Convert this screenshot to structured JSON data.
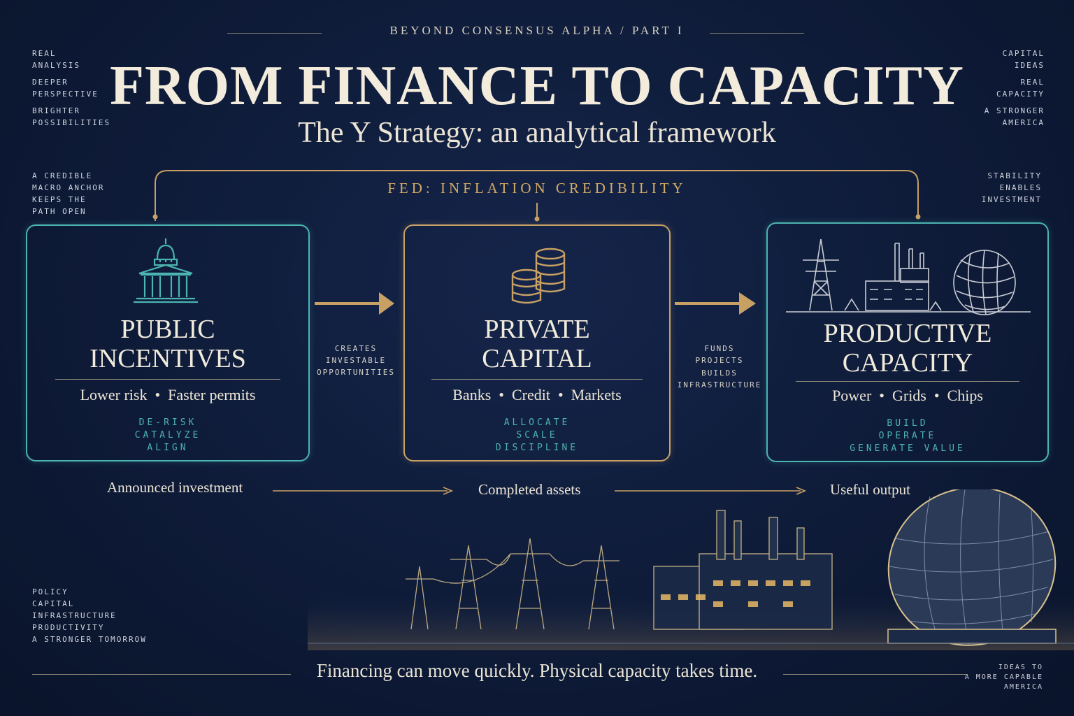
{
  "header": {
    "kicker": "BEYOND CONSENSUS ALPHA / PART I",
    "title": "FROM FINANCE TO CAPACITY",
    "subtitle": "The Y Strategy: an analytical framework"
  },
  "side_notes": {
    "top_left": [
      "REAL",
      "ANALYSIS",
      "DEEPER",
      "PERSPECTIVE",
      "BRIGHTER",
      "POSSIBILITIES"
    ],
    "top_right": [
      "CAPITAL",
      "IDEAS",
      "REAL",
      "CAPACITY",
      "A STRONGER",
      "AMERICA"
    ],
    "mid_left": [
      "A CREDIBLE",
      "MACRO ANCHOR",
      "KEEPS THE",
      "PATH OPEN"
    ],
    "mid_right": [
      "STABILITY",
      "ENABLES",
      "INVESTMENT"
    ],
    "bottom_left": [
      "POLICY",
      "CAPITAL",
      "INFRASTRUCTURE",
      "PRODUCTIVITY",
      "A STRONGER TOMORROW"
    ],
    "bottom_right": [
      "IDEAS TO",
      "A MORE CAPABLE",
      "AMERICA"
    ]
  },
  "fed_label": "FED: INFLATION CREDIBILITY",
  "boxes": [
    {
      "title_1": "PUBLIC",
      "title_2": "INCENTIVES",
      "tags": "Lower risk  •  Faster permits",
      "verbs": [
        "DE-RISK",
        "CATALYZE",
        "ALIGN"
      ],
      "icon": "capitol-building-icon"
    },
    {
      "title_1": "PRIVATE",
      "title_2": "CAPITAL",
      "tags": "Banks  •  Credit  •  Markets",
      "verbs": [
        "ALLOCATE",
        "SCALE",
        "DISCIPLINE"
      ],
      "icon": "coin-stacks-icon"
    },
    {
      "title_1": "PRODUCTIVE",
      "title_2": "CAPACITY",
      "tags": "Power  •  Grids  •  Chips",
      "verbs": [
        "BUILD",
        "OPERATE",
        "GENERATE VALUE"
      ],
      "icon": "power-factory-chip-icon"
    }
  ],
  "connectors": [
    {
      "lines": [
        "CREATES",
        "INVESTABLE",
        "OPPORTUNITIES"
      ]
    },
    {
      "lines": [
        "FUNDS",
        "PROJECTS",
        "BUILDS",
        "INFRASTRUCTURE"
      ]
    }
  ],
  "flow": [
    "Announced investment",
    "Completed assets",
    "Useful output"
  ],
  "footer": "Financing can move quickly. Physical capacity takes time.",
  "colors": {
    "background": "#0e1b38",
    "teal": "#4bb5b0",
    "gold": "#c8a064",
    "text": "#ece5d5"
  }
}
